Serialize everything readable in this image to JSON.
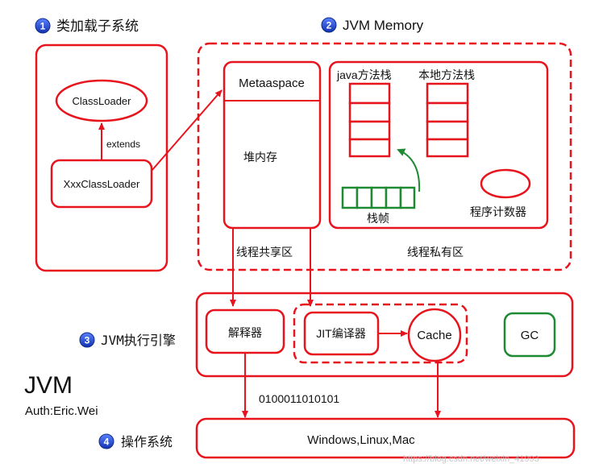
{
  "sections": {
    "classloader_subsystem": {
      "num": "1",
      "title": "类加载子系统"
    },
    "jvm_memory": {
      "num": "2",
      "title": "JVM Memory"
    },
    "execution_engine": {
      "num": "3",
      "title": "JVM执行引擎"
    },
    "os": {
      "num": "4",
      "title": "操作系统"
    }
  },
  "classloader": {
    "class_loader": "ClassLoader",
    "xxx_class_loader": "XxxClassLoader",
    "extends_label": "extends"
  },
  "shared_area": {
    "metaspace": "Metaaspace",
    "heap": "堆内存",
    "label": "线程共享区"
  },
  "private_area": {
    "java_stack": "java方法栈",
    "native_stack": "本地方法栈",
    "stack_frame": "栈帧",
    "pc_register": "程序计数器",
    "label": "线程私有区"
  },
  "engine": {
    "interpreter": "解释器",
    "jit": "JIT编译器",
    "cache": "Cache",
    "gc": "GC",
    "binary": "0100011010101"
  },
  "os_box": {
    "label": "Windows,Linux,Mac"
  },
  "footer": {
    "jvm": "JVM",
    "author": "Auth:Eric.Wei"
  },
  "watermark": "https://blog.csdn.net/weixin_41993",
  "colors": {
    "red": "#e8141d",
    "green": "#1e8a32",
    "badge": "#1a44c9"
  }
}
